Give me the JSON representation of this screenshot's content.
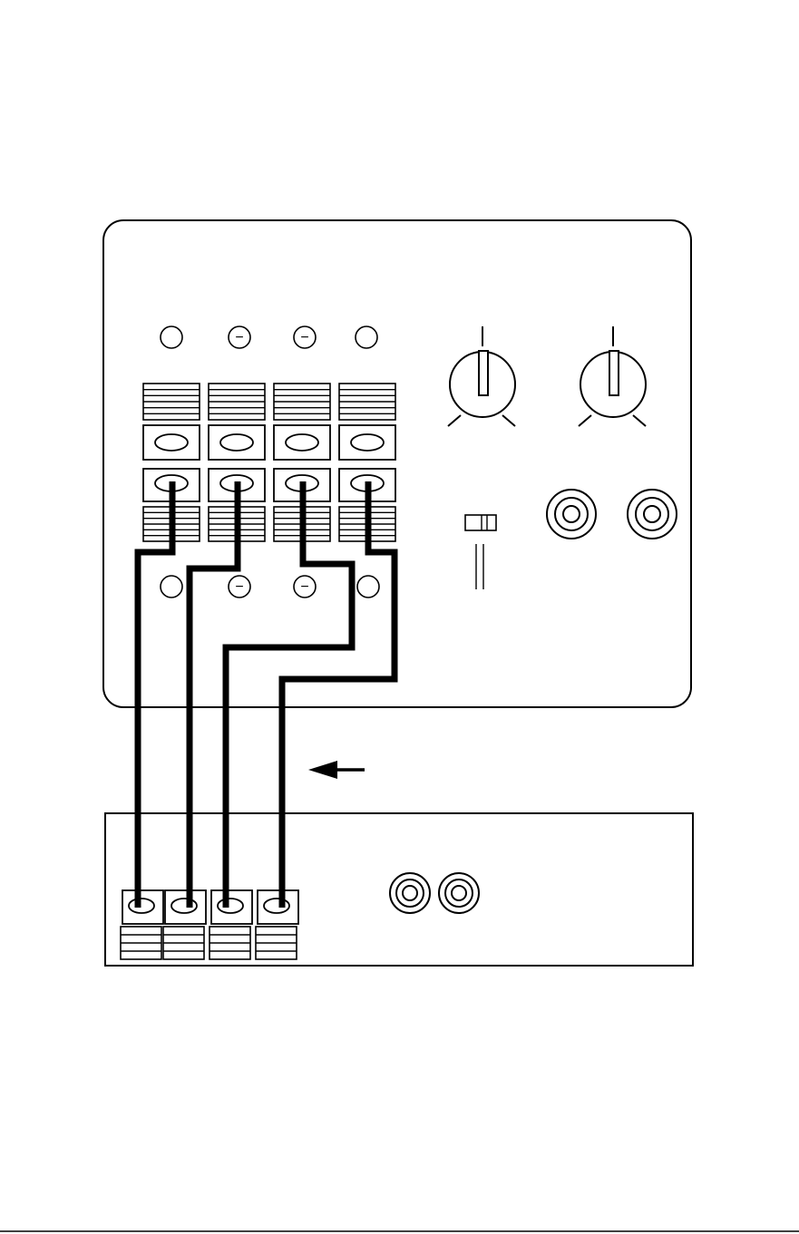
{
  "diagram": {
    "colors": {
      "line": "#000000",
      "background": "#ffffff",
      "cable": "#000000"
    },
    "subwoofer_panel": {
      "top_terminal_marks": [
        "",
        "−",
        "−",
        ""
      ],
      "bottom_terminal_marks": [
        "",
        "−",
        "−",
        ""
      ],
      "knobs": [
        "level-knob",
        "crossover-knob"
      ],
      "rca_jacks": 2,
      "switch": "toggle-switch"
    },
    "receiver_panel": {
      "terminals": 4,
      "rca_jacks": 2
    },
    "arrow": {
      "direction": "left"
    },
    "cables": 4
  }
}
